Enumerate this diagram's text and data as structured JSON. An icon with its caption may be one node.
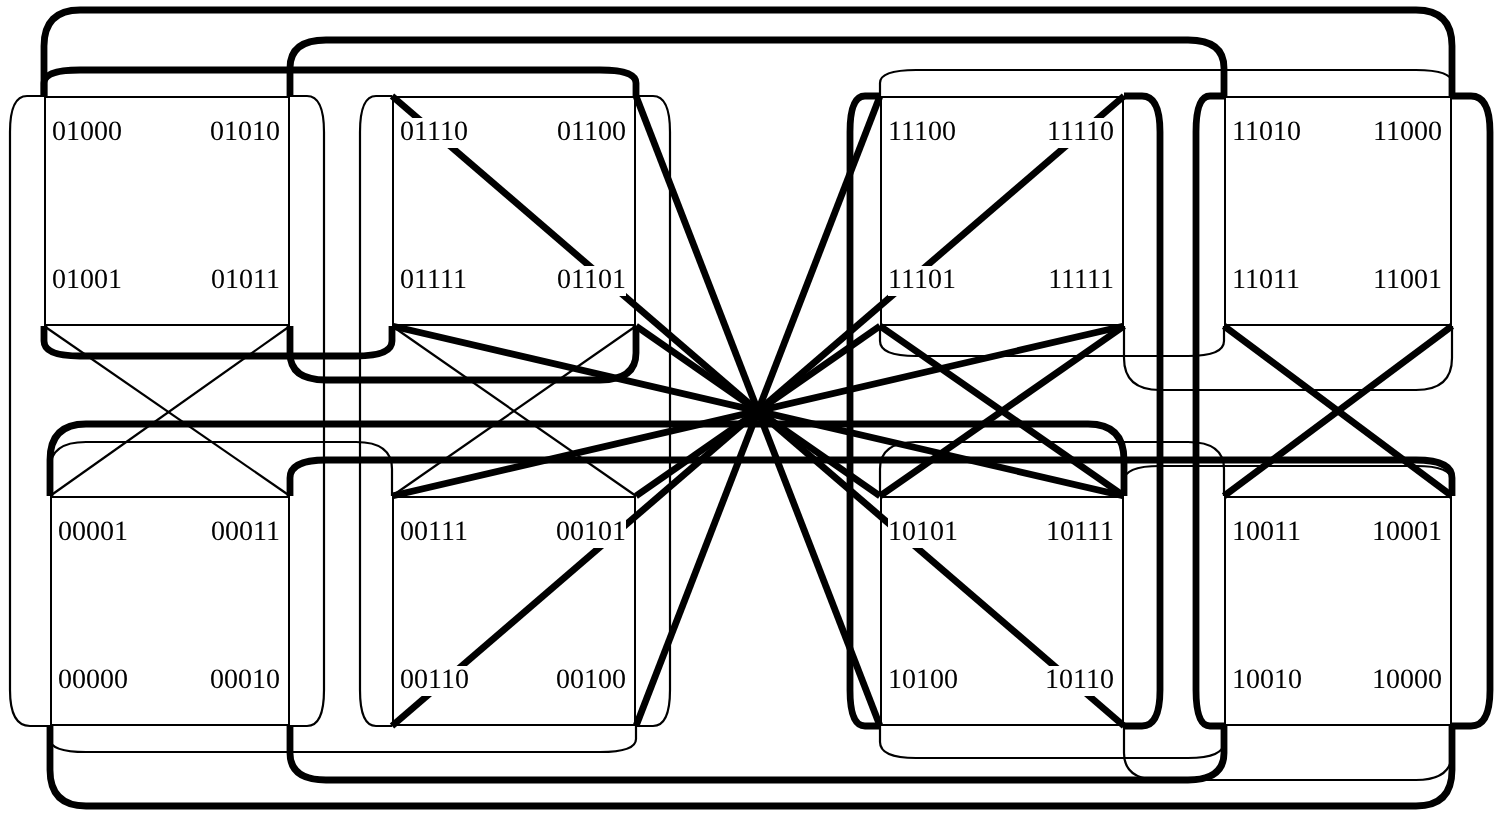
{
  "diagram": {
    "nodes": [
      {
        "text": [
          "01000",
          "01010",
          "01001",
          "01011"
        ]
      },
      {
        "text": [
          "01110",
          "01100",
          "01111",
          "01101"
        ]
      },
      {
        "text": [
          "11100",
          "11110",
          "11101",
          "11111"
        ]
      },
      {
        "text": [
          "11010",
          "11000",
          "11011",
          "11001"
        ]
      },
      {
        "text": [
          "00001",
          "00011",
          "00000",
          "00010"
        ]
      },
      {
        "text": [
          "00111",
          "00101",
          "00110",
          "00100"
        ]
      },
      {
        "text": [
          "10101",
          "10111",
          "10100",
          "10110"
        ]
      },
      {
        "text": [
          "10011",
          "10001",
          "10010",
          "10000"
        ]
      }
    ],
    "edges": [
      {
        "from": 0,
        "to": 4,
        "arrow": "none"
      },
      {
        "from": 0,
        "to": 4,
        "arrow": "none"
      },
      {
        "from": 1,
        "to": 5,
        "arrow": "none"
      },
      {
        "from": 1,
        "to": 5,
        "arrow": "none"
      },
      {
        "from": 2,
        "to": 6,
        "arrow": "none"
      },
      {
        "from": 2,
        "to": 6,
        "arrow": "none"
      },
      {
        "from": 3,
        "to": 7,
        "arrow": "none"
      },
      {
        "from": 3,
        "to": 7,
        "arrow": "none"
      },
      {
        "from": 1,
        "to": 6,
        "arrow": "none"
      },
      {
        "from": 1,
        "to": 6,
        "arrow": "none"
      },
      {
        "from": 2,
        "to": 5,
        "arrow": "none"
      },
      {
        "from": 2,
        "to": 5,
        "arrow": "none"
      },
      {
        "from": 1,
        "to": 6,
        "arrow": "none"
      },
      {
        "from": 1,
        "to": 6,
        "arrow": "none"
      },
      {
        "from": 5,
        "to": 2,
        "arrow": "none"
      },
      {
        "from": 5,
        "to": 2,
        "arrow": "none"
      },
      {
        "from": 0,
        "to": 3,
        "arrow": "none"
      },
      {
        "from": 0,
        "to": 3,
        "arrow": "none"
      },
      {
        "from": 0,
        "to": 1,
        "arrow": "none"
      },
      {
        "from": 4,
        "to": 7,
        "arrow": "none"
      },
      {
        "from": 4,
        "to": 7,
        "arrow": "none"
      },
      {
        "from": 0,
        "to": 1,
        "arrow": "none"
      },
      {
        "from": 0,
        "to": 1,
        "arrow": "none"
      },
      {
        "from": 4,
        "to": 6,
        "arrow": "none"
      },
      {
        "from": 4,
        "to": 7,
        "arrow": "none"
      },
      {
        "from": 2,
        "to": 6,
        "arrow": "none"
      },
      {
        "from": 2,
        "to": 6,
        "arrow": "none"
      },
      {
        "from": 3,
        "to": 7,
        "arrow": "none"
      },
      {
        "from": 3,
        "to": 7,
        "arrow": "none"
      },
      {
        "from": 0,
        "to": 4,
        "arrow": "none"
      },
      {
        "from": 0,
        "to": 4,
        "arrow": "none"
      },
      {
        "from": 1,
        "to": 5,
        "arrow": "none"
      },
      {
        "from": 1,
        "to": 5,
        "arrow": "none"
      },
      {
        "from": 2,
        "to": 3,
        "arrow": "none"
      },
      {
        "from": 2,
        "to": 3,
        "arrow": "none"
      },
      {
        "from": 2,
        "to": 3,
        "arrow": "none"
      },
      {
        "from": 6,
        "to": 7,
        "arrow": "none"
      },
      {
        "from": 6,
        "to": 7,
        "arrow": "none"
      },
      {
        "from": 4,
        "to": 5,
        "arrow": "none"
      },
      {
        "from": 4,
        "to": 5,
        "arrow": "none"
      },
      {
        "from": 6,
        "to": 7,
        "arrow": "none"
      },
      {
        "from": 6,
        "to": 7,
        "arrow": "none"
      }
    ]
  }
}
